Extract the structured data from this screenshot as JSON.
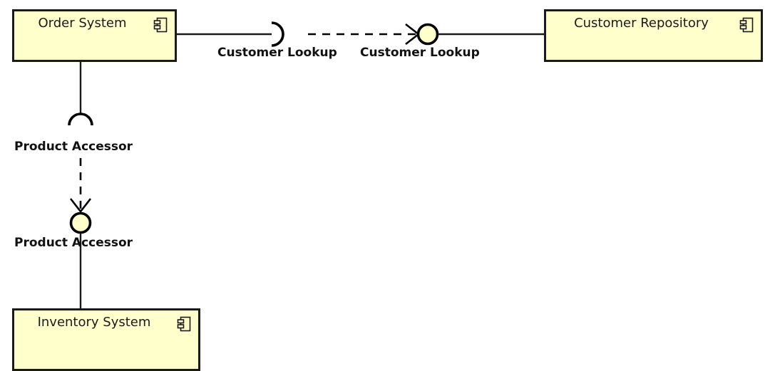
{
  "diagram": {
    "type": "uml-component-diagram",
    "background_color": "#ffffff",
    "component_fill": "#ffffcc",
    "stroke_color": "#1a1a1a",
    "components": [
      {
        "id": "order-system",
        "name": "Order System",
        "icon": "component-icon"
      },
      {
        "id": "customer-repository",
        "name": "Customer Repository",
        "icon": "component-icon"
      },
      {
        "id": "inventory-system",
        "name": "Inventory System",
        "icon": "component-icon"
      }
    ],
    "interfaces": [
      {
        "id": "customer-lookup-required",
        "name": "Customer Lookup",
        "kind": "required",
        "notation": "socket",
        "consumer": "Order System"
      },
      {
        "id": "customer-lookup-provided",
        "name": "Customer Lookup",
        "kind": "provided",
        "notation": "ball",
        "provider": "Customer Repository"
      },
      {
        "id": "product-accessor-required",
        "name": "Product Accessor",
        "kind": "required",
        "notation": "socket",
        "consumer": "Order System"
      },
      {
        "id": "product-accessor-provided",
        "name": "Product Accessor",
        "kind": "provided",
        "notation": "ball",
        "provider": "Inventory System"
      }
    ],
    "connectors": [
      {
        "id": "customer-lookup-dependency",
        "style": "dashed-open-arrow",
        "from": "customer-lookup-required",
        "to": "customer-lookup-provided"
      },
      {
        "id": "product-accessor-dependency",
        "style": "dashed-open-arrow",
        "from": "product-accessor-required",
        "to": "product-accessor-provided"
      }
    ]
  }
}
